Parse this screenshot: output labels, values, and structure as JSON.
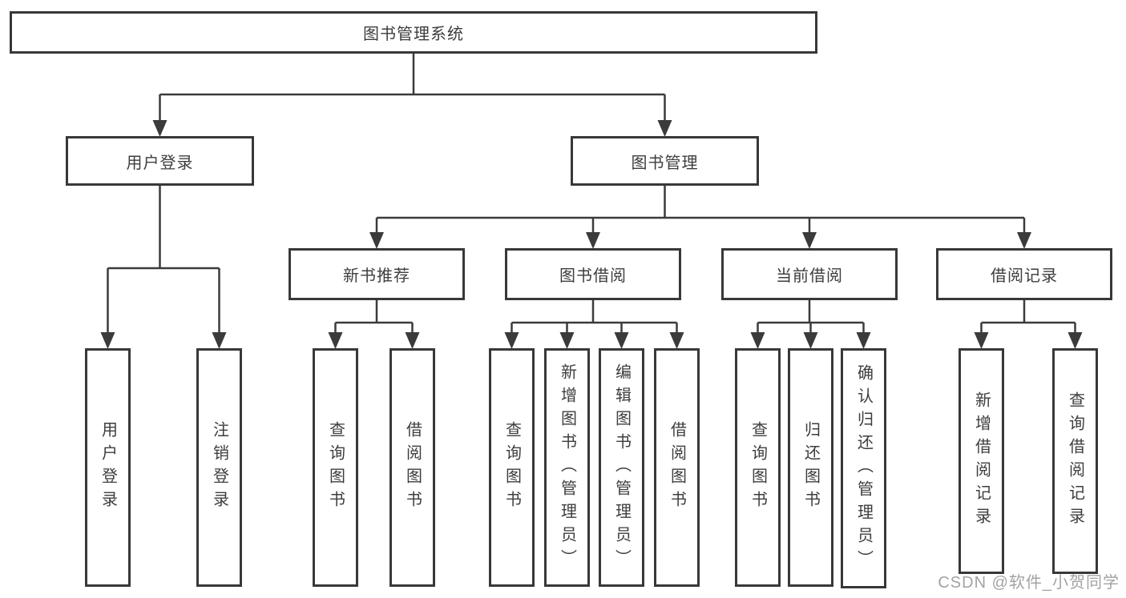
{
  "diagram_title": "图书管理系统",
  "tree": {
    "label": "图书管理系统",
    "children": [
      {
        "label": "用户登录",
        "children": [
          {
            "label": "用户登录"
          },
          {
            "label": "注销登录"
          }
        ]
      },
      {
        "label": "图书管理",
        "children": [
          {
            "label": "新书推荐",
            "children": [
              {
                "label": "查询图书"
              },
              {
                "label": "借阅图书"
              }
            ]
          },
          {
            "label": "图书借阅",
            "children": [
              {
                "label": "查询图书"
              },
              {
                "label": "新增图书（管理员）"
              },
              {
                "label": "编辑图书（管理员）"
              },
              {
                "label": "借阅图书"
              }
            ]
          },
          {
            "label": "当前借阅",
            "children": [
              {
                "label": "查询图书"
              },
              {
                "label": "归还图书"
              },
              {
                "label": "确认归还（管理员）"
              }
            ]
          },
          {
            "label": "借阅记录",
            "children": [
              {
                "label": "新增借阅记录"
              },
              {
                "label": "查询借阅记录"
              }
            ]
          }
        ]
      }
    ]
  },
  "watermark": "CSDN @软件_小贺同学",
  "colors": {
    "line": "#3b3b3b",
    "box_border": "#383838",
    "text": "#3d3d3d",
    "watermark": "#a3a3a3",
    "background": "#ffffff"
  }
}
